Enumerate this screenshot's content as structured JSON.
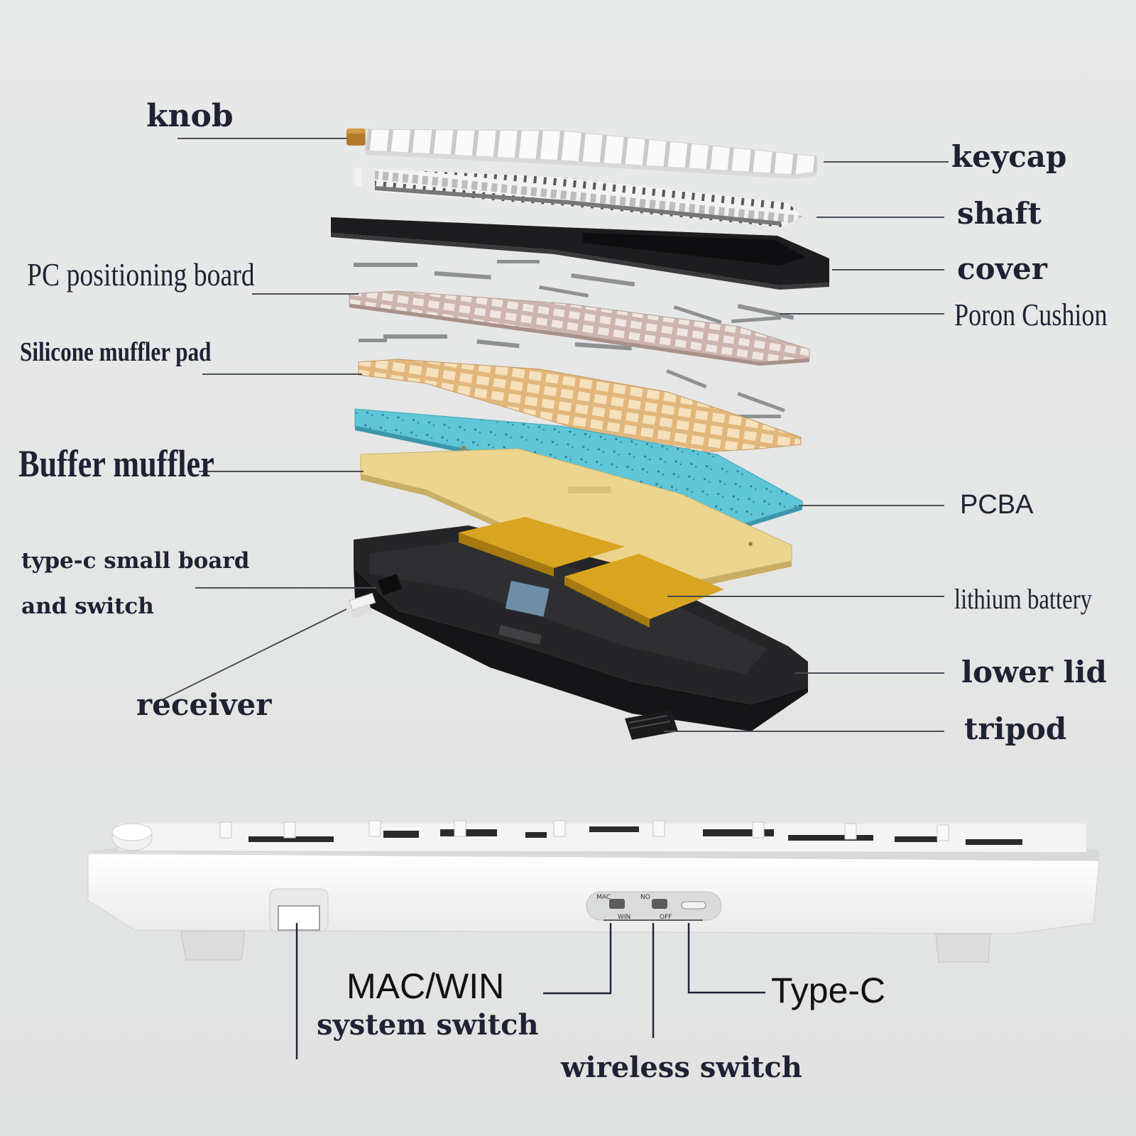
{
  "labels": {
    "knob": "knob",
    "keycap": "keycap",
    "shaft": "shaft",
    "cover": "cover",
    "pc_positioning_board": "PC positioning board",
    "poron_cushion": "Poron Cushion",
    "silicone_muffler_pad": "Silicone muffler pad",
    "buffer_muffler": "Buffer muffler",
    "pcba": "PCBA",
    "type_c_small_board_line1": "type-c small board",
    "type_c_small_board_line2": "and switch",
    "lithium_battery": "lithium battery",
    "lower_lid": "lower lid",
    "receiver": "receiver",
    "tripod": "tripod"
  },
  "side_view": {
    "mac_win_line1": "MAC/WIN",
    "mac_win_line2": "system switch",
    "type_c": "Type-C",
    "wireless_switch": "wireless switch",
    "switch_text_mac": "MAC",
    "switch_text_win": "WIN",
    "switch_text_on": "NO",
    "switch_text_off": "OFF"
  },
  "colors": {
    "background": "#e4e5e5",
    "label_text": "#1f2233",
    "pcba_blue": "#5fc6d8",
    "buffer_yellow": "#ecd58e",
    "battery_gold": "#d8a21e",
    "silicone_tan": "#e0b57a",
    "positioning_board": "#d7c3bd",
    "cover_black": "#1c1c1e",
    "lower_lid_black": "#232325",
    "keyboard_white": "#f7f7f7"
  }
}
